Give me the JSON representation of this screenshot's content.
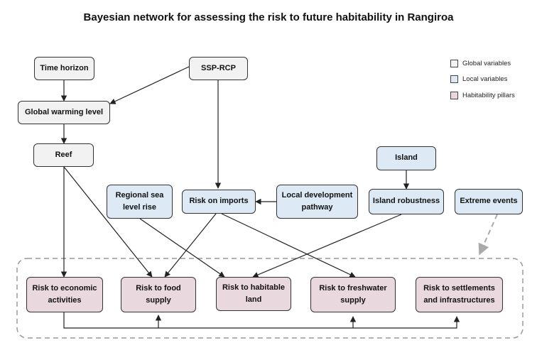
{
  "title": "Bayesian network for assessing the risk to future habitability in Rangiroa",
  "legend": [
    {
      "label": "Global variables",
      "color": "#f2f2f2"
    },
    {
      "label": "Local variables",
      "color": "#dde9f5"
    },
    {
      "label": "Habitability pillars",
      "color": "#ead8df"
    }
  ],
  "nodes": {
    "time_horizon": "Time horizon",
    "ssp_rcp": "SSP-RCP",
    "global_warming": "Global warming level",
    "reef": "Reef",
    "island": "Island",
    "regional_sea_level": [
      "Regional sea",
      "level rise"
    ],
    "risk_imports": "Risk on imports",
    "local_dev": [
      "Local development",
      "pathway"
    ],
    "island_robustness": "Island robustness",
    "extreme_events": "Extreme events",
    "risk_economic": [
      "Risk to economic",
      "activities"
    ],
    "risk_food": [
      "Risk to food",
      "supply"
    ],
    "risk_land": [
      "Risk to habitable",
      "land"
    ],
    "risk_freshwater": [
      "Risk to freshwater",
      "supply"
    ],
    "risk_settlements": [
      "Risk to settlements",
      "and infrastructures"
    ]
  }
}
